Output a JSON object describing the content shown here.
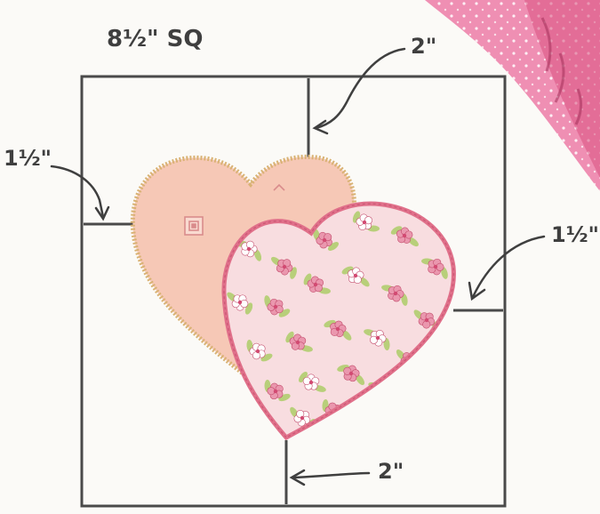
{
  "diagram": {
    "title": "8½\" SQ",
    "labels": {
      "top_measure": "2\"",
      "left_measure": "1½\"",
      "right_measure": "1½\"",
      "bottom_measure": "2\""
    },
    "colors": {
      "line": "#4a4a4a",
      "back_heart_fill": "#f6c8b6",
      "back_heart_edge": "#d9b274",
      "front_heart_fill": "#f8dde0",
      "front_heart_edge": "#e0708a",
      "flower_pink": "#ea97ae",
      "leaf_green": "#b8cf7a",
      "fabric_corner": "#ef8fb3"
    },
    "icons": {
      "back_heart": "peach-heart-icon",
      "front_heart": "floral-heart-icon",
      "corner_fabric": "pink-fabric-swatch"
    }
  }
}
